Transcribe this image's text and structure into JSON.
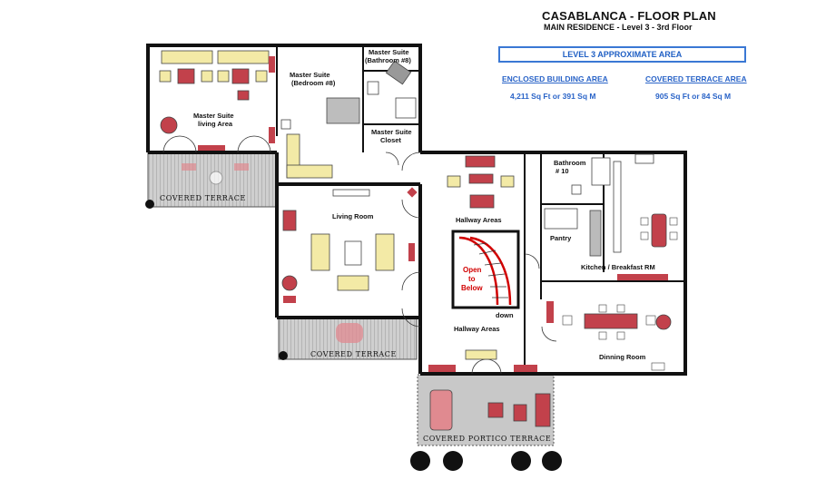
{
  "header": {
    "title": "CASABLANCA - FLOOR PLAN",
    "subtitle": "MAIN RESIDENCE - Level 3 - 3rd Floor"
  },
  "area_box": {
    "label": "LEVEL 3 APPROXIMATE AREA",
    "enclosed_label": "ENCLOSED BUILDING AREA",
    "enclosed_value": "4,211 Sq Ft  or  391 Sq M",
    "terrace_label": "COVERED TERRACE AREA",
    "terrace_value": "905 Sq Ft  or  84 Sq M"
  },
  "rooms": {
    "living_line1": "Master Suite",
    "living_line2": "living Area",
    "bedroom_line1": "Master Suite",
    "bedroom_line2": "(Bedroom #8)",
    "bath8_line1": "Master Suite",
    "bath8_line2": "(Bathroom #8)",
    "closet_line1": "Master Suite",
    "closet_line2": "Closet",
    "living_room": "Living Room",
    "hallway_top": "Hallway Areas",
    "hallway_bottom": "Hallway Areas",
    "bath10_line1": "Bathroom",
    "bath10_line2": "# 10",
    "pantry": "Pantry",
    "kitchen": "Kitchen / Breakfast RM",
    "dining": "Dinning Room",
    "open1": "Open",
    "open2": "to",
    "open3": "Below",
    "down": "down"
  },
  "terraces": {
    "top": "COVERED  TERRACE",
    "left": "COVERED  TERRACE",
    "portico": "COVERED  PORTICO  TERRACE"
  },
  "colors": {
    "wall": "#111111",
    "furniture_red": "#c2414b",
    "furniture_cream": "#f3eaa6",
    "terrace_gray": "#c8c8c8",
    "accent_blue": "#2a64c8"
  }
}
